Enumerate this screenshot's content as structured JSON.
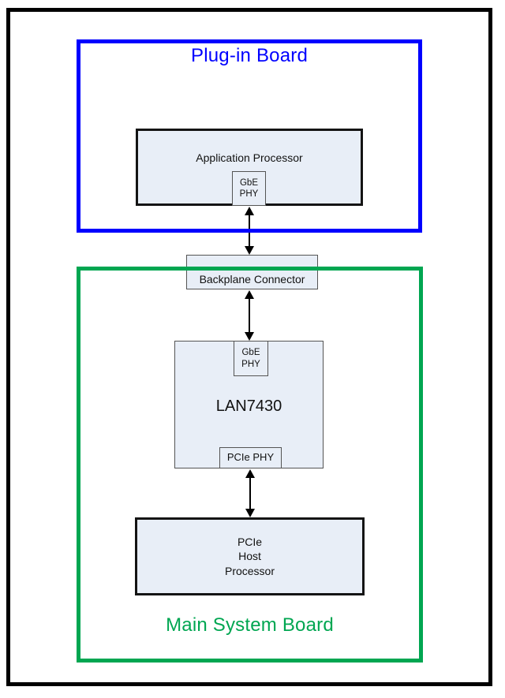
{
  "colors": {
    "blue": "#0000ff",
    "green": "#00a651",
    "box_fill": "#e8eef7",
    "border_thin": "#545454",
    "border_thick": "#141414",
    "arrow": "#000000",
    "background": "#ffffff"
  },
  "diagram": {
    "boards": {
      "plug_in": {
        "title": "Plug-in Board"
      },
      "main_system": {
        "title": "Main System Board"
      }
    },
    "nodes": {
      "application_processor": {
        "label": "Application Processor"
      },
      "app_gbe_phy": {
        "label": "GbE\nPHY"
      },
      "backplane_connector": {
        "label": "Backplane Connector"
      },
      "lan7430": {
        "label": "LAN7430"
      },
      "lan_gbe_phy": {
        "label": "GbE\nPHY"
      },
      "pcie_phy": {
        "label": "PCIe PHY"
      },
      "pcie_host_processor": {
        "label": "PCIe\nHost\nProcessor"
      }
    }
  }
}
